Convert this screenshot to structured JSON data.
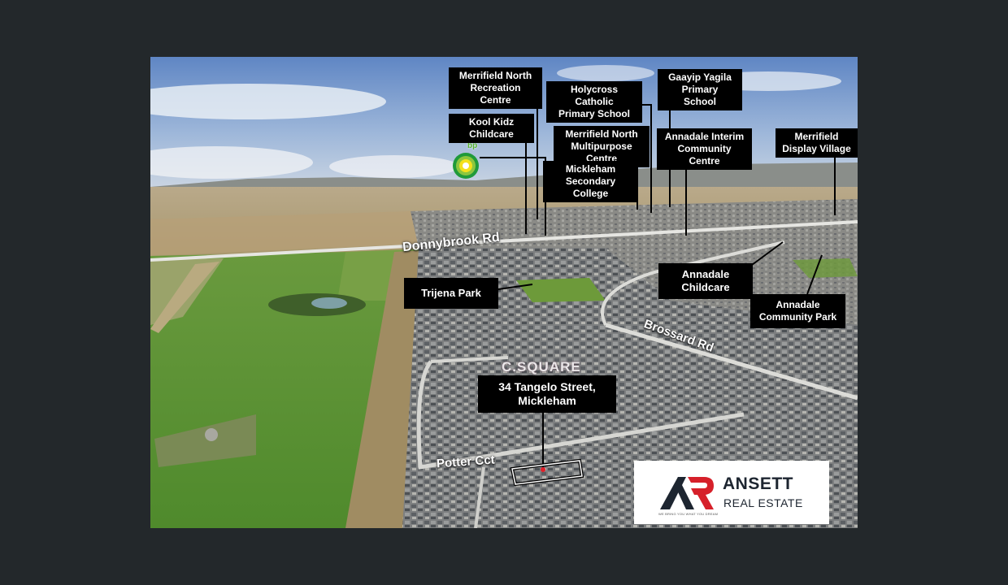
{
  "landmarks": [
    {
      "id": "merrifield-north-recreation-centre",
      "text": "Merrifield North\nRecreation Centre"
    },
    {
      "id": "holycross-catholic-primary-school",
      "text": "Holycross Catholic\nPrimary School"
    },
    {
      "id": "gaayip-yagila-primary-school",
      "text": "Gaayip Yagila\nPrimary School"
    },
    {
      "id": "kool-kidz-childcare",
      "text": "Kool Kidz\nChildcare"
    },
    {
      "id": "merrifield-north-multipurpose-centre",
      "text": "Merrifield North\nMultipurpose Centre"
    },
    {
      "id": "annadale-interim-community-centre",
      "text": "Annadale Interim\nCommunity Centre"
    },
    {
      "id": "merrifield-display-village",
      "text": "Merrifield\nDisplay Village"
    },
    {
      "id": "mickleham-secondary-college",
      "text": "Mickleham\nSecondary College"
    },
    {
      "id": "trijena-park",
      "text": "Trijena Park"
    },
    {
      "id": "annadale-childcare",
      "text": "Annadale\nChildcare"
    },
    {
      "id": "annadale-community-park",
      "text": "Annadale\nCommunity Park"
    }
  ],
  "property": {
    "address": "34 Tangelo Street,\nMickleham"
  },
  "roads": {
    "donnybrook": "Donnybrook Rd",
    "brossard": "Brossard Rd",
    "potter": "Potter Cct"
  },
  "bp_label": "bp",
  "watermark": "C.SQUARE",
  "agency": {
    "name": "ANSETT",
    "sub": "REAL ESTATE",
    "tagline": "WE BRING YOU WHAT YOU DREAM",
    "colors": {
      "navy": "#1d2530",
      "red": "#d6202a"
    }
  }
}
